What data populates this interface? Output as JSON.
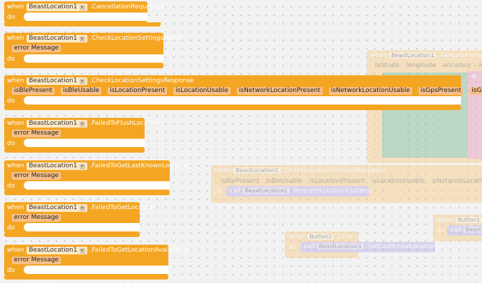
{
  "keywords": {
    "when": "when",
    "do": "do",
    "call": "call"
  },
  "blocks": [
    {
      "component": "BeastLocation1",
      "event": ".CancellationRequested",
      "params": []
    },
    {
      "component": "BeastLocation1",
      "event": ".CheckLocationSettingsFailed",
      "params": [
        "error Message"
      ]
    },
    {
      "component": "BeastLocation1",
      "event": ".CheckLocationSettingsResponse",
      "params": [
        "isBlePresent",
        "isBleUsable",
        "isLocationPresent",
        "isLocationUsable",
        "isNetworkLocationPresent",
        "isNetworkLocationUsable",
        "isGpsPresent",
        "isGpsUsable"
      ]
    },
    {
      "component": "BeastLocation1",
      "event": ".FailedToFlushLocation",
      "params": [
        "error Message"
      ]
    },
    {
      "component": "BeastLocation1",
      "event": ".FailedToGetLastKnownLocation",
      "params": [
        "error Message"
      ]
    },
    {
      "component": "BeastLocation1",
      "event": ".FailedToGetLocation",
      "params": [
        "error Message"
      ]
    },
    {
      "component": "BeastLocation1",
      "event": ".FailedToGetLocationAvailability",
      "params": [
        "error Message"
      ]
    }
  ],
  "ghost": {
    "getlast": {
      "component": "BeastLocation1",
      "event": ".GetLastKnown",
      "params": [
        "latitude",
        "longitude",
        "accuracy",
        "alti"
      ]
    },
    "check": {
      "component": "BeastLocation1",
      "event": ".CheckLocationSettingsResponse",
      "params": [
        "isBlePresent",
        "isBleUsable",
        "isLocationPresent",
        "isLocationUsable",
        "isNetworkLocationPrese"
      ],
      "call_component": "BeastLocation1",
      "call_method": ".RequestLocationUpdates"
    },
    "button2": {
      "component": "Button2",
      "event": ".Click",
      "call_component": "BeastLocation1",
      "call_method": ".GetLastKnowLocation"
    },
    "button1": {
      "component": "Button1",
      "call_component": "Beast"
    }
  },
  "arrow_glyph": "▾",
  "plus_glyph": "⊕"
}
